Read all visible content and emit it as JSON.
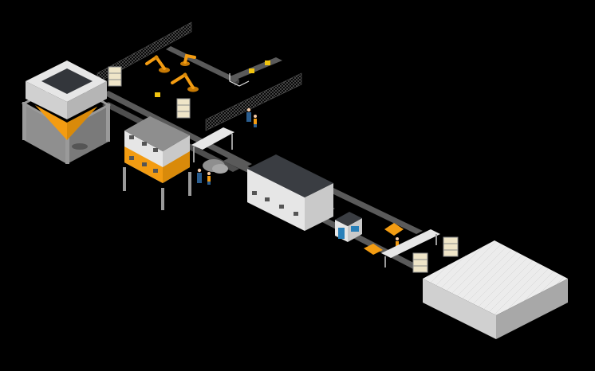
{
  "scene": {
    "type": "isometric-factory-production-line",
    "background": "#000000",
    "palette": {
      "accent_orange": "#f39c12",
      "wall_light": "#e6e6e6",
      "wall_mid": "#cfcfcf",
      "wall_dark": "#b5b5b5",
      "roof_dark": "#3a3d42",
      "conveyor": "#5a5a5a",
      "frame": "#9a9a9a",
      "worker_blue": "#2a5d8f",
      "door_blue": "#2980b9",
      "rack_cream": "#efe5c8"
    },
    "components": [
      "hopper-silo",
      "control-tower-building",
      "processing-hall",
      "guard-booth",
      "warehouse",
      "robot-arm",
      "pallet-rack",
      "conveyor-belt",
      "direction-arrow",
      "worker",
      "fence"
    ],
    "flow_direction": "down-right"
  }
}
